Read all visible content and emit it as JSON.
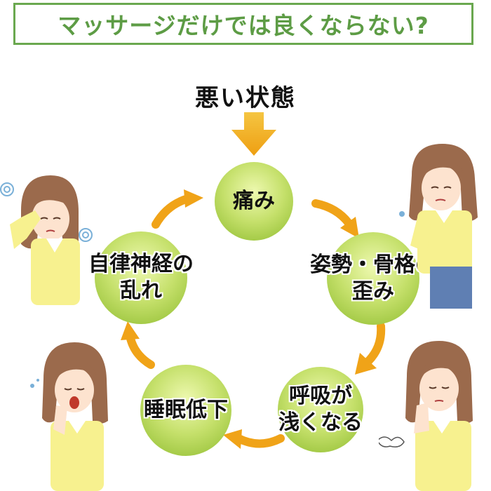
{
  "title": "マッサージだけでは良くならない?",
  "top_label": "悪い状態",
  "cycle": {
    "pain": [
      "痛み"
    ],
    "posture": [
      "姿勢・骨格の",
      "歪み"
    ],
    "breathing": [
      "呼吸が",
      "浅くなる"
    ],
    "sleep": [
      "睡眠低下"
    ],
    "autonomic": [
      "自律神経の",
      "乱れ"
    ]
  },
  "colors": {
    "title_green": "#5d9c45",
    "circle_green": "#8dbb2e",
    "arrow_orange": "#f0a318"
  }
}
